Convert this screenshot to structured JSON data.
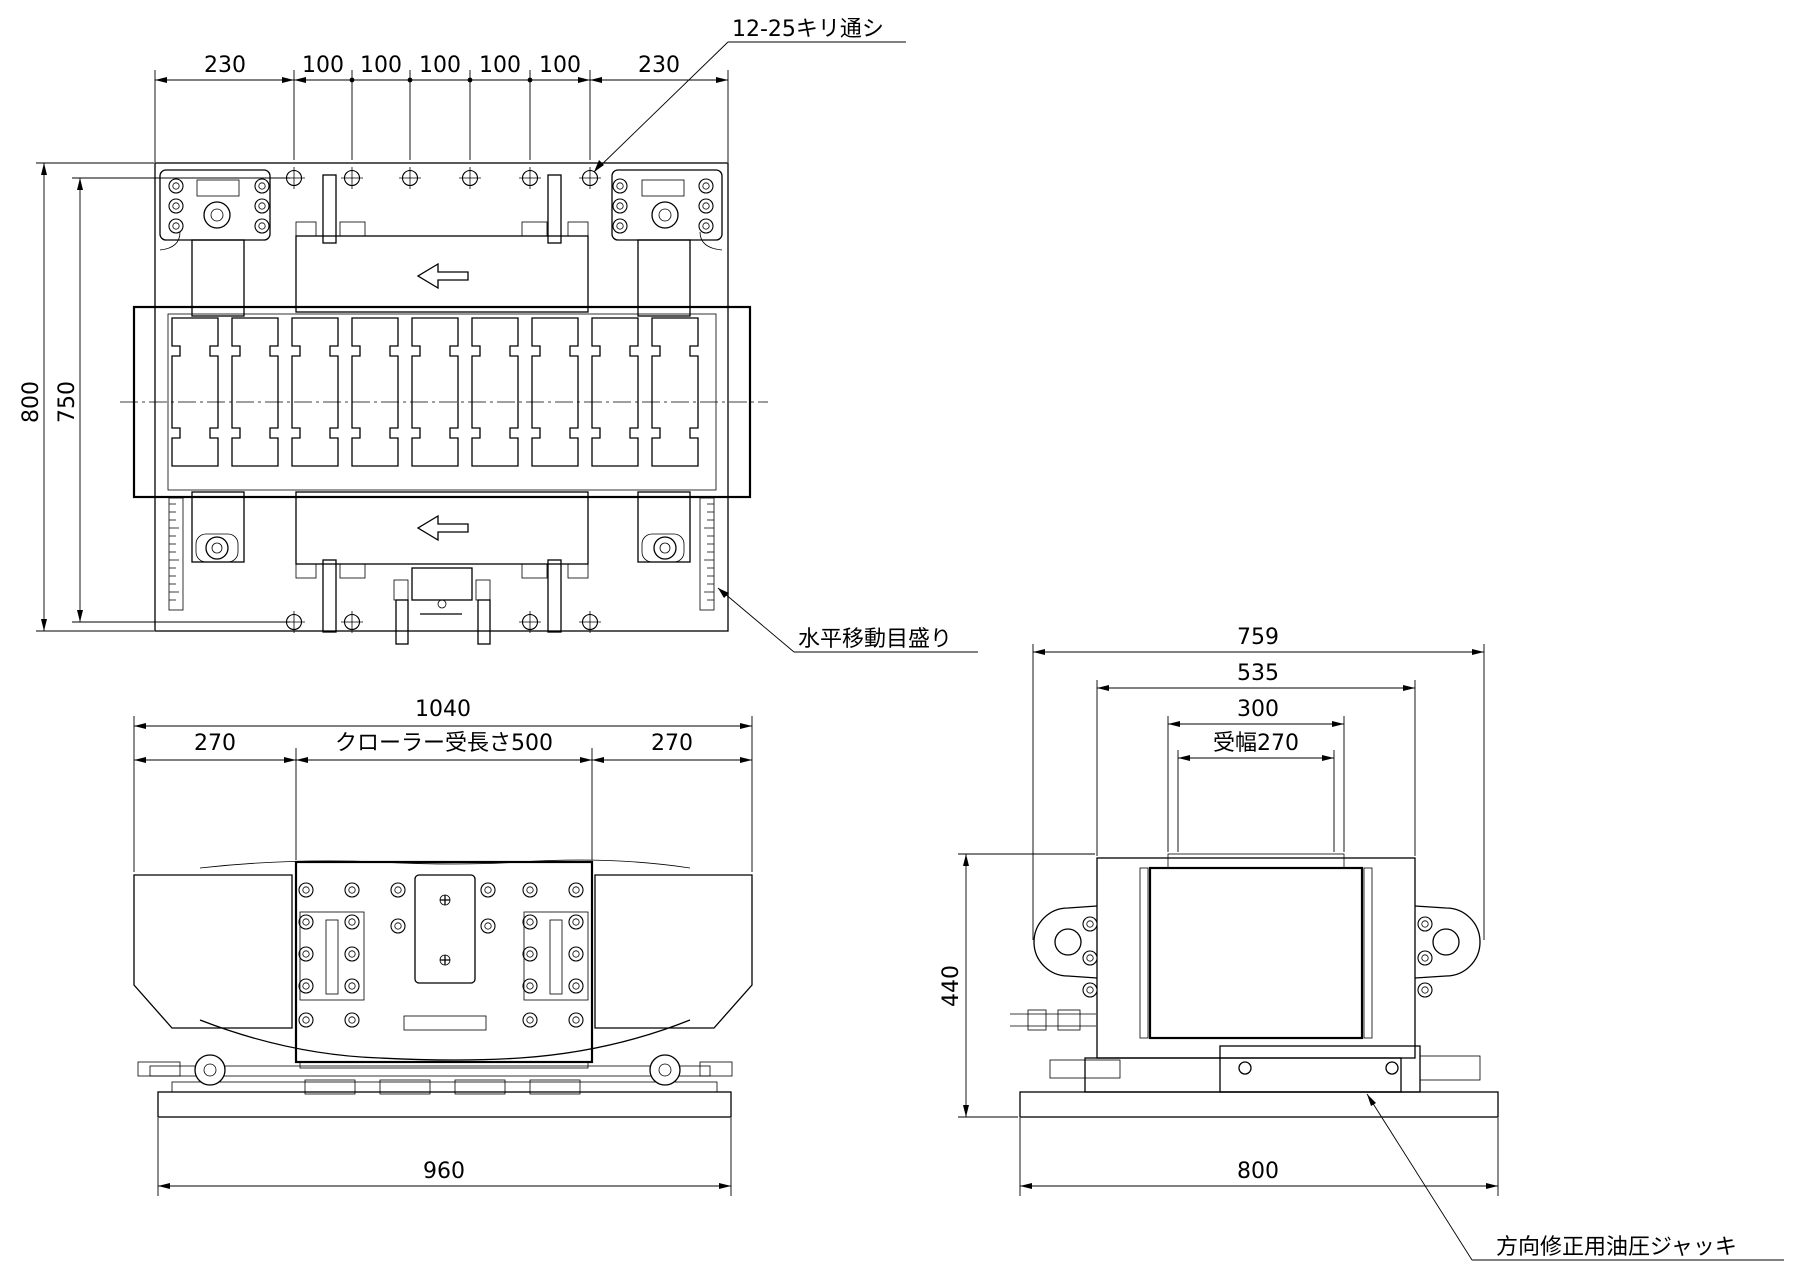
{
  "top_view": {
    "dims_top": [
      "230",
      "100",
      "100",
      "100",
      "100",
      "100",
      "230"
    ],
    "dim_height_outer": "800",
    "dim_height_inner": "750",
    "callout_holes": "12-25キリ通シ",
    "callout_scale": "水平移動目盛り"
  },
  "front_view": {
    "dim_total": "1040",
    "dim_left": "270",
    "dim_center": "クローラー受長さ500",
    "dim_right": "270",
    "dim_base": "960"
  },
  "side_view": {
    "dim_759": "759",
    "dim_535": "535",
    "dim_300": "300",
    "dim_270": "受幅270",
    "dim_440": "440",
    "dim_800": "800",
    "callout_jack": "方向修正用油圧ジャッキ"
  }
}
